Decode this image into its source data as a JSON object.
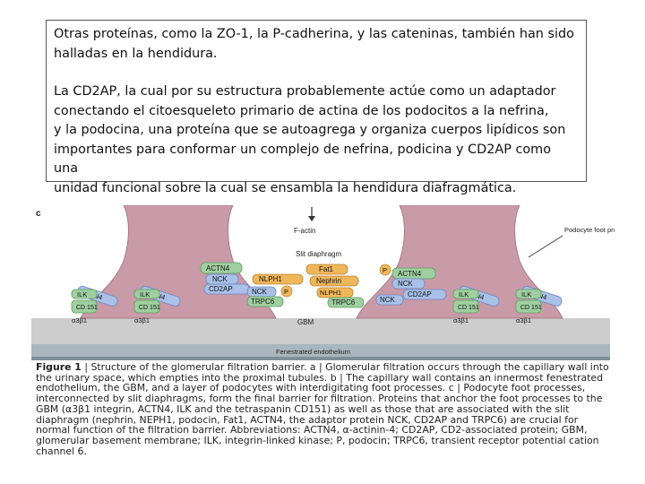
{
  "slide": {
    "paragraph1": "Otras proteínas, como la ZO-1, la P-cadherina, y las cateninas,  también han sido halladas en la hendidura.",
    "paragraph2_lines": [
      "La CD2AP, la cual por su estructura probablemente actúe como un adaptador",
      "conectando el citoesqueleto primario de actina de los podocitos a la nefrina,",
      "y la podocina, una proteína que se autoagrega y organiza cuerpos lipídicos son",
      "importantes para conformar un complejo de nefrina, podicina y CD2AP como una",
      "unidad funcional sobre la cual se ensambla la hendidura diafragmática."
    ]
  },
  "figure": {
    "panel_label": "c",
    "labels": {
      "factin": "F-actin",
      "slit": "Slit diaphragm",
      "podocyte": "Podocyte foot process",
      "gbm": "GBM",
      "endo": "Fenestrated endothelium"
    },
    "proteins": {
      "actn4": "ACTN4",
      "nck": "NCK",
      "ilk": "ILK",
      "cd151": "CD 151",
      "integrin": "α3β1",
      "nlph1": "NLPH1",
      "fat1": "Fat1",
      "nephrin": "Nephrin",
      "cd2ap": "CD2AP",
      "p": "P",
      "trpc6": "TRPC6"
    },
    "caption": {
      "label": "Figure 1",
      "text": " | Structure of the glomerular filtration barrier. a | Glomerular filtration occurs through the capillary wall into the urinary space, which empties into the proximal tubules. b | The capillary wall contains an innermost fenestrated endothelium, the GBM, and a layer of podocytes with interdigitating foot processes. c | Podocyte foot processes, interconnected by slit diaphragms, form the final barrier for filtration. Proteins that anchor the foot processes to the GBM (α3β1 integrin, ACTN4, ILK and the tetraspanin CD151) as well as those that are associated with the slit diaphragm (nephrin, NEPH1, podocin, Fat1, ACTN4, the adaptor protein NCK, CD2AP and TRPC6) are crucial for normal function of the filtration barrier. Abbreviations: ACTN4, α-actinin-4; CD2AP, CD2-associated protein; GBM, glomerular basement membrane; ILK, integrin-linked kinase; P, podocin; TRPC6, transient receptor potential cation channel 6."
    }
  },
  "colors": {
    "podocyte": "#c99aa8",
    "podocyte_edge": "#a87a88",
    "gbm": "#c8c8c8",
    "endothelium": "#a9b6bd",
    "green": "#9fcfa0",
    "green_edge": "#5f9f60",
    "blue": "#a9c1e8",
    "blue_edge": "#6f87c0",
    "orange": "#f0b65a"
  }
}
